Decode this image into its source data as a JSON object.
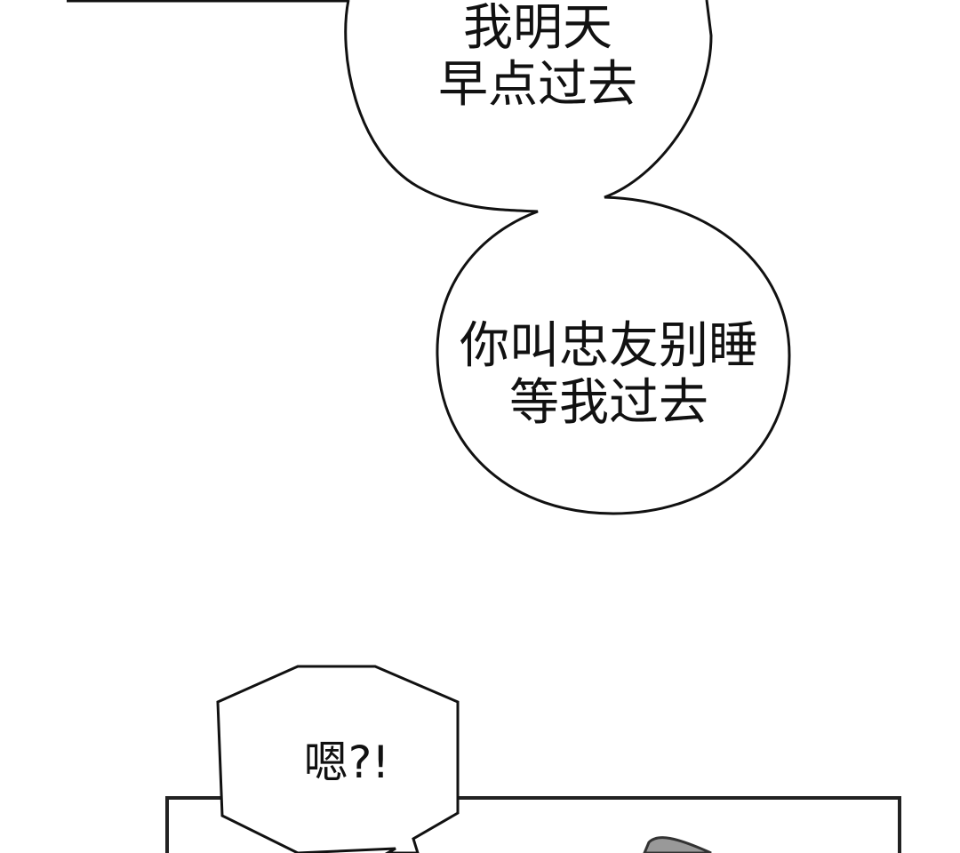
{
  "bubbles": [
    {
      "text": "我明天\n早点过去"
    },
    {
      "text": "你叫忠友别睡\n等我过去"
    },
    {
      "text": "嗯?!"
    }
  ]
}
